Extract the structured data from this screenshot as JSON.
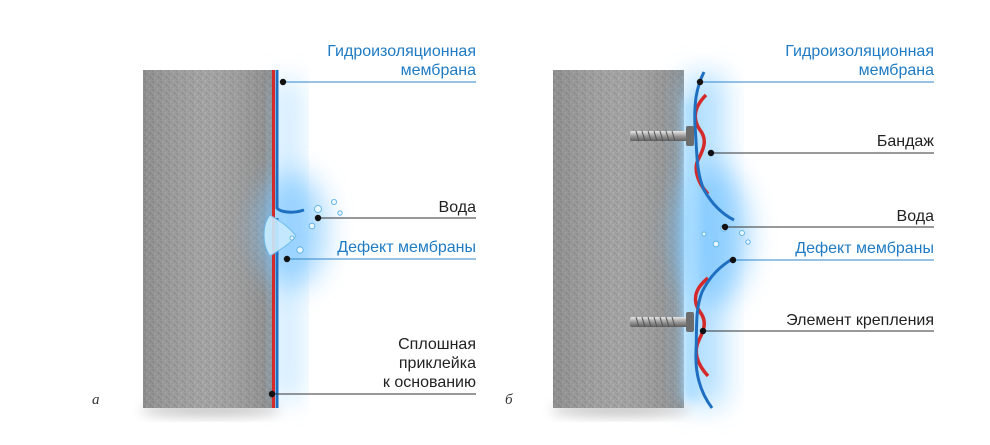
{
  "colors": {
    "membrane_label": "#1e7bc4",
    "other_label": "#222222",
    "leader_blue": "#2f86c9",
    "leader_dark": "#333333",
    "concrete": "#9d9d9d",
    "membrane": "#1f6fc0",
    "adhesive": "#d32a2a",
    "bandage": "#d42a2a",
    "water_glow": "#7cc6ff"
  },
  "panel_a": {
    "letter": "а",
    "labels": {
      "membrane_line1": "Гидроизоляционная",
      "membrane_line2": "мембрана",
      "water": "Вода",
      "defect": "Дефект мембраны",
      "adhesion_line1": "Сплошная",
      "adhesion_line2": "приклейка",
      "adhesion_line3": "к основанию"
    }
  },
  "panel_b": {
    "letter": "б",
    "labels": {
      "membrane_line1": "Гидроизоляционная",
      "membrane_line2": "мембрана",
      "bandage": "Бандаж",
      "water": "Вода",
      "defect": "Дефект мембраны",
      "fastener": "Элемент крепления"
    }
  }
}
